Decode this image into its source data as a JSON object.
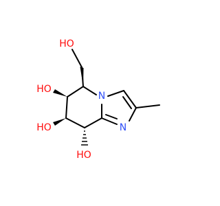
{
  "diagram": {
    "type": "chemical-structure",
    "atoms": {
      "hydroxymethyl_oxygen": {
        "text": "HO",
        "color": "#ff0d0d"
      },
      "c6_hydroxyl": {
        "text": "HO",
        "color": "#ff0d0d"
      },
      "c7_hydroxyl": {
        "text": "HO",
        "color": "#ff0d0d"
      },
      "c8_hydroxyl": {
        "text": "HO",
        "color": "#ff0d0d"
      },
      "bridgehead_nitrogen": {
        "text": "N",
        "color": "#3050f8"
      },
      "imidazole_nitrogen": {
        "text": "N",
        "color": "#3050f8"
      }
    },
    "bond_color": "#000000"
  }
}
